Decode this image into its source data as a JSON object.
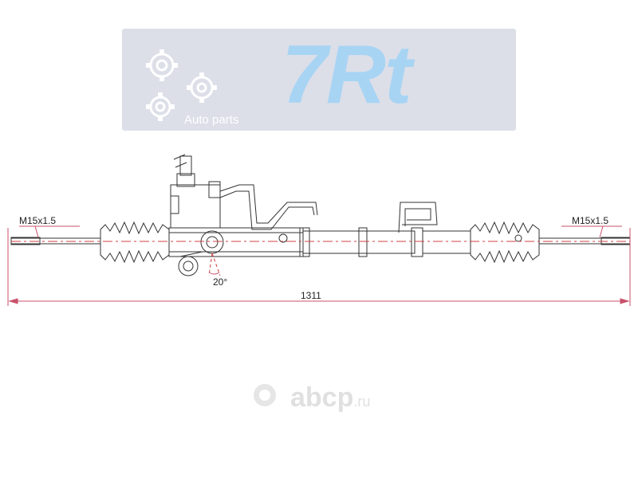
{
  "logo": {
    "mark": "7Rt",
    "tagline": "Auto parts",
    "colors": {
      "banner": "#dcdfe8",
      "mark": "#a8d4f4",
      "gears": "#ffffff"
    }
  },
  "drawing": {
    "thread_left": "M15x1.5",
    "thread_right": "M15x1.5",
    "angle": "20°",
    "overall_length": "1311",
    "colors": {
      "outline": "#333333",
      "dimension": "#c8506a",
      "centerline": "#d04040"
    }
  },
  "watermark": {
    "name": "abcp",
    "suffix": ".ru",
    "color": "#e0e0e0"
  }
}
